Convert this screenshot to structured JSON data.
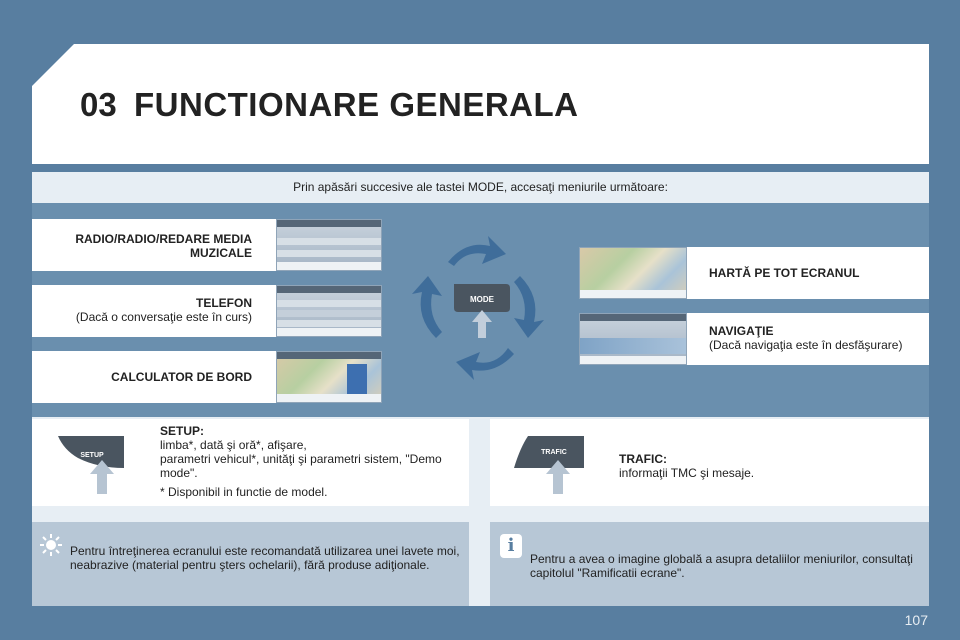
{
  "header": {
    "chapter": "03",
    "title": "FUNCTIONARE GENERALA"
  },
  "intro": "Prin apăsări succesive ale tastei MODE, accesaţi meniurile următoare:",
  "modes_left": [
    {
      "line1": "RADIO/RADIO/REDARE MEDIA",
      "line2": "MUZICALE"
    },
    {
      "line1": "TELEFON",
      "line2": "(Dacă o conversaţie este în curs)"
    },
    {
      "line1": "CALCULATOR DE BORD",
      "line2": ""
    }
  ],
  "modes_right": [
    {
      "line1": "HARTĂ PE TOT ECRANUL",
      "line2": ""
    },
    {
      "line1": "NAVIGAŢIE",
      "line2": "(Dacă navigaţia este în desfăşurare)"
    }
  ],
  "mode_button": "MODE",
  "setup": {
    "key": "SETUP",
    "title": "SETUP:",
    "line1": "limba*, dată şi oră*, afişare,",
    "line2": "parametri vehicul*, unităţi şi parametri sistem, \"Demo mode\".",
    "note": "* Disponibil in functie de model."
  },
  "traffic": {
    "key": "TRAFIC",
    "title": "TRAFIC:",
    "line1": "informaţii TMC şi mesaje."
  },
  "tip": "Pentru întreţinerea ecranului este recomandată utilizarea unei lavete moi, neabrazive (material pentru şters ochelarii), fără produse adiţionale.",
  "info": "Pentru a avea o imagine globală a asupra detaliilor meniurilor, consultaţi capitolul \"Ramificatii ecrane\".",
  "page_number": "107",
  "colors": {
    "background": "#587ea0",
    "band": "#6a8fae",
    "panel": "#e7eef4",
    "arrow": "#3f6d9a"
  }
}
